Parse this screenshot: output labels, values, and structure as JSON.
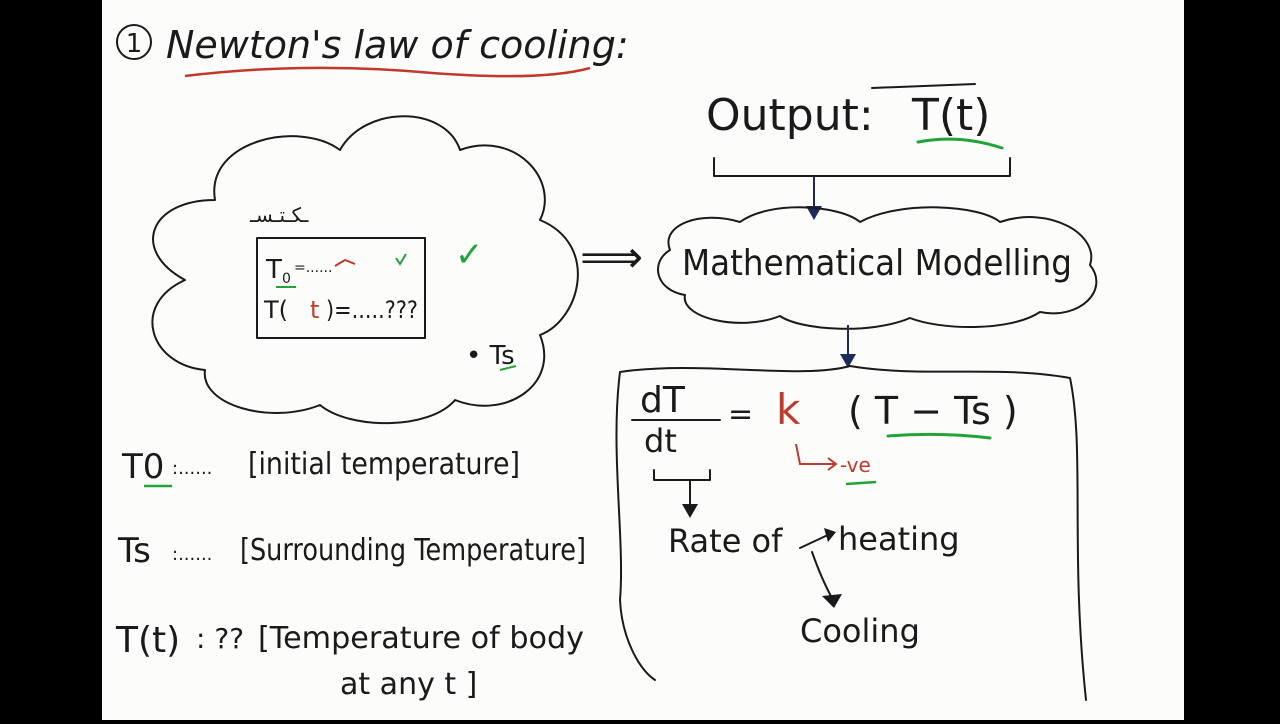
{
  "colors": {
    "page": "#fcfcfa",
    "ink": "#1a1a1a",
    "accent_red": "#c0392b",
    "accent_green": "#22a33a",
    "arrow_navy": "#1d2a5a"
  },
  "title": {
    "number": "1",
    "text": "Newton's law of cooling:"
  },
  "cloud": {
    "scribble": "ـكـتـسـ",
    "check_mark": "✓",
    "box": {
      "line1_var": "T",
      "line1_sub": "0",
      "line1_rest": "=......",
      "line2_pre": "T(",
      "line2_t": "t",
      "line2_post": ")=.....???"
    },
    "ts_label": "• Ts"
  },
  "arrow_symbol": "⟹",
  "output": {
    "label": "Output:",
    "value": "T(t)"
  },
  "modelling": {
    "label": "Mathematical Modelling"
  },
  "equation": {
    "lhs_num": "dT",
    "lhs_den": "dt",
    "equals": "=",
    "k": "k",
    "rhs": "( T − Ts )",
    "neg_note": "-ve",
    "rate_label": "Rate of",
    "heating": "heating",
    "cooling": "Cooling"
  },
  "definitions": [
    {
      "var": "T0",
      "dots": ":......",
      "desc": "[initial temperature]"
    },
    {
      "var": "Ts",
      "dots": ":......",
      "desc": "[Surrounding Temperature]"
    },
    {
      "var": "T(t)",
      "dots": ": ??",
      "desc": "[Temperature of body",
      "desc2": "at any t ]"
    }
  ]
}
